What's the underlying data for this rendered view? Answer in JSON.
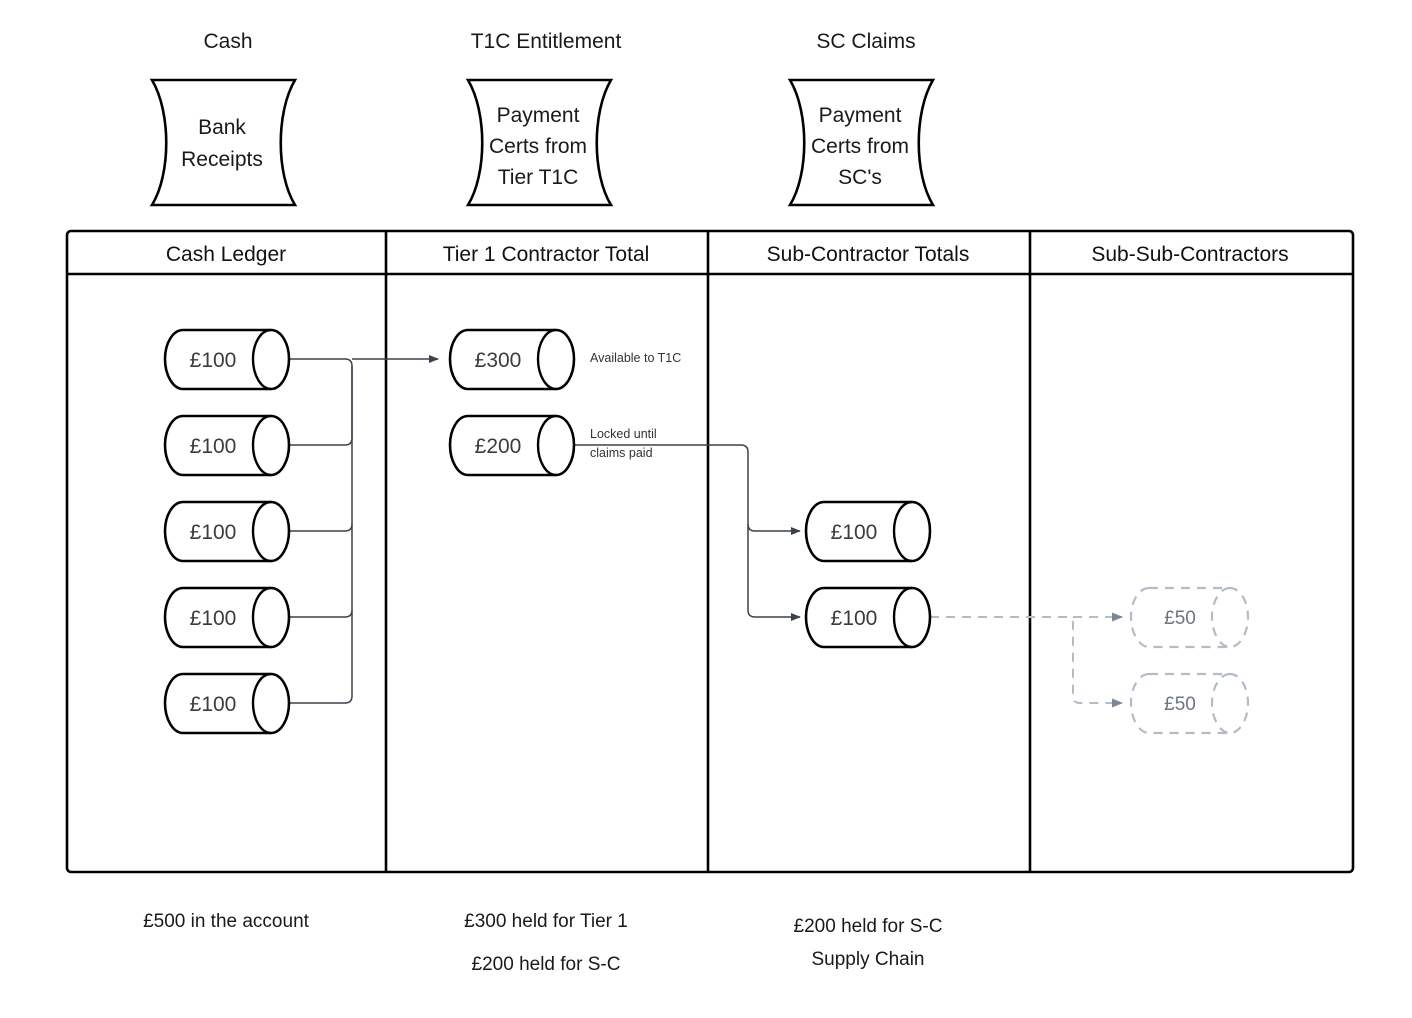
{
  "diagram": {
    "title_hidden": "",
    "sources": [
      {
        "id": "cash",
        "caption": "Cash",
        "text_lines": [
          "Bank",
          "Receipts"
        ]
      },
      {
        "id": "t1c",
        "caption": "T1C Entitlement",
        "text_lines": [
          "Payment",
          "Certs from",
          "Tier T1C"
        ]
      },
      {
        "id": "sc",
        "caption": "SC Claims",
        "text_lines": [
          "Payment",
          "Certs from",
          "SC's"
        ]
      }
    ],
    "columns": [
      {
        "id": "cash-ledger",
        "header": "Cash Ledger"
      },
      {
        "id": "tier1-total",
        "header": "Tier 1 Contractor Total"
      },
      {
        "id": "sub-contractor-totals",
        "header": "Sub-Contractor Totals"
      },
      {
        "id": "sub-sub-contractors",
        "header": "Sub-Sub-Contractors"
      }
    ],
    "cash_ledger_nodes": [
      {
        "label": "£100"
      },
      {
        "label": "£100"
      },
      {
        "label": "£100"
      },
      {
        "label": "£100"
      },
      {
        "label": "£100"
      }
    ],
    "tier1_nodes": [
      {
        "label": "£300",
        "note": "Available to T1C"
      },
      {
        "label": "£200",
        "note_lines": [
          "Locked until",
          "claims paid"
        ]
      }
    ],
    "subcontractor_nodes": [
      {
        "label": "£100"
      },
      {
        "label": "£100"
      }
    ],
    "subsub_nodes": [
      {
        "label": "£50",
        "style": "dashed"
      },
      {
        "label": "£50",
        "style": "dashed"
      }
    ],
    "footers": [
      {
        "column": "cash-ledger",
        "lines": [
          "£500 in the account"
        ]
      },
      {
        "column": "tier1-total",
        "lines": [
          "£300 held for Tier 1",
          "£200 held for S-C"
        ]
      },
      {
        "column": "sub-contractor-totals",
        "lines": [
          "£200 held for S-C",
          "Supply Chain"
        ]
      }
    ],
    "colors": {
      "stroke": "#000000",
      "connector": "#3b424c",
      "ghost": "#b3bcc6",
      "ghost_text": "#6b7683",
      "text": "#1a1a1a",
      "background": "#ffffff"
    }
  }
}
